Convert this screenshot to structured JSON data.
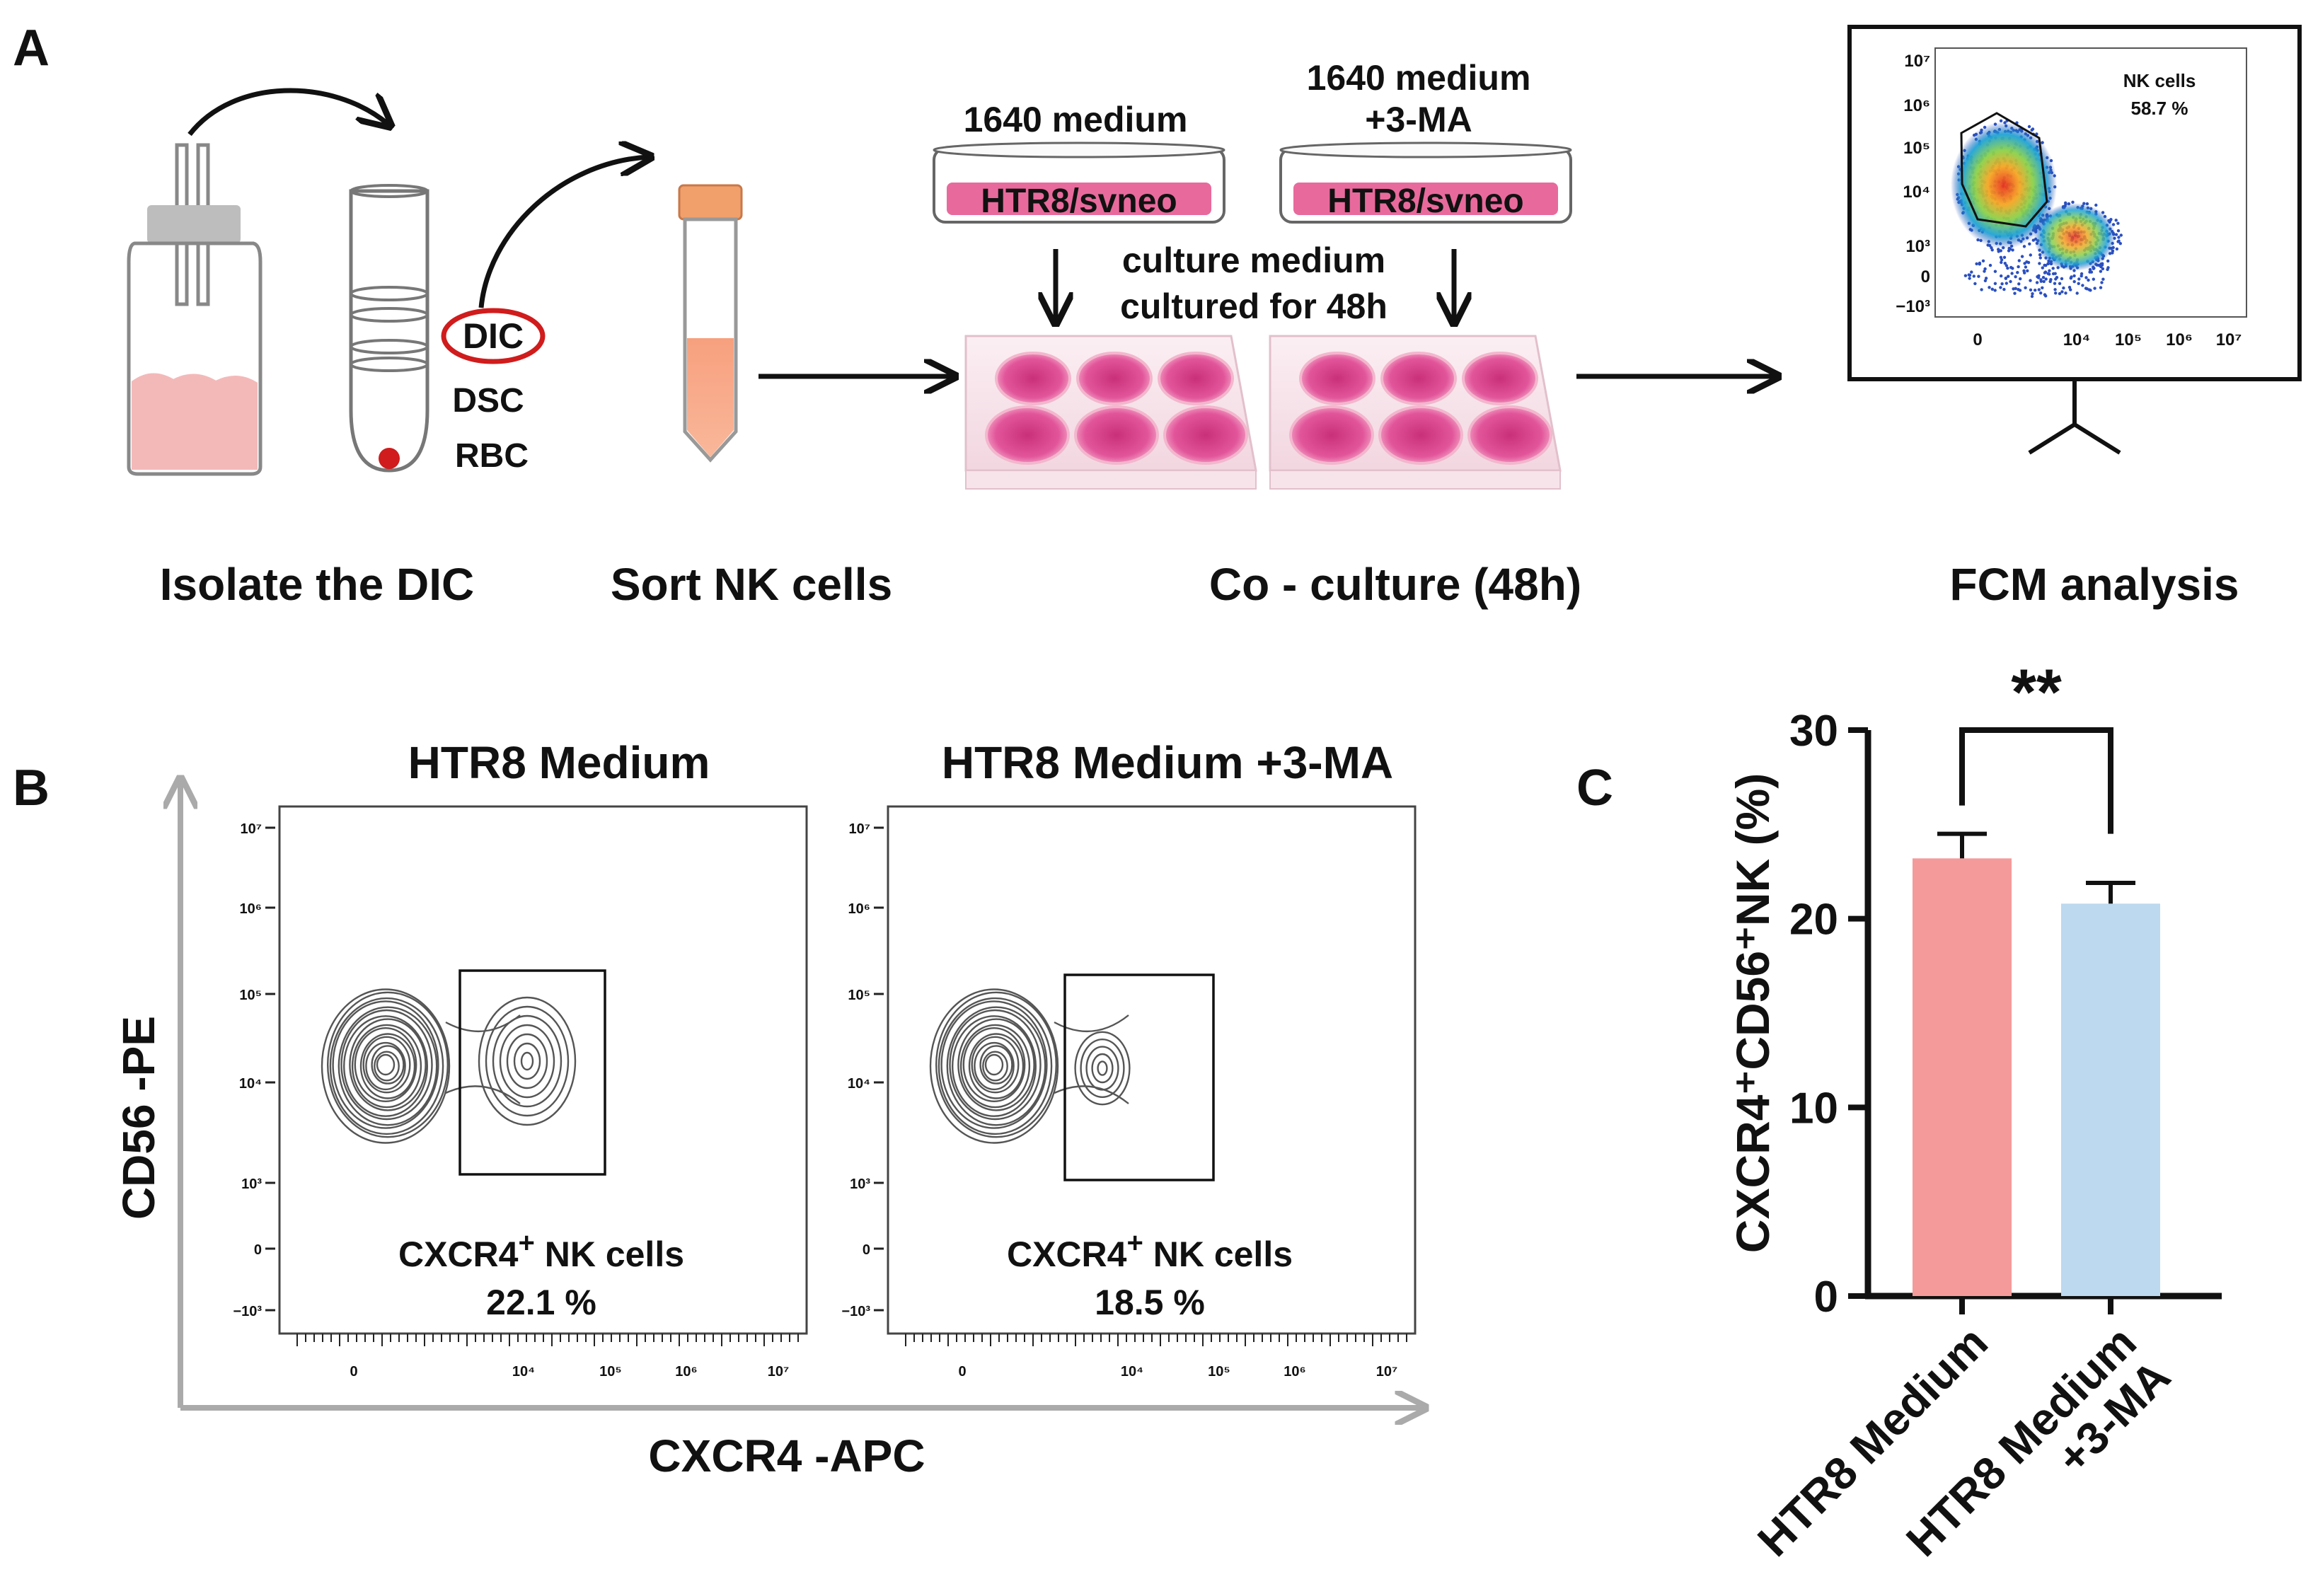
{
  "panels": {
    "a": "A",
    "b": "B",
    "c": "C"
  },
  "workflow": {
    "steps": [
      "Isolate the DIC",
      "Sort NK cells",
      "Co - culture (48h)",
      "FCM analysis"
    ],
    "gradient_labels": [
      "DIC",
      "DSC",
      "RBC"
    ],
    "dish_1": {
      "medium": "1640 medium",
      "label": "HTR8/svneo"
    },
    "dish_2": {
      "medium_line1": "1640 medium",
      "medium_line2": "+3-MA",
      "label": "HTR8/svneo"
    },
    "culture_note_line1": "culture medium",
    "culture_note_line2": "cultured for 48h",
    "monitor_plot": {
      "gate_label": "NK cells",
      "gate_value": "58.7 %",
      "y_ticks": [
        "10⁷",
        "10⁶",
        "10⁵",
        "10⁴",
        "10³",
        "0",
        "−10³"
      ],
      "x_ticks": [
        "0",
        "10⁴",
        "10⁵",
        "10⁶",
        "10⁷"
      ]
    }
  },
  "flow": {
    "y_axis_label": "CD56 -PE",
    "x_axis_label": "CXCR4 -APC",
    "y_ticks": [
      "10⁷",
      "10⁶",
      "10⁵",
      "10⁴",
      "10³",
      "0",
      "−10³"
    ],
    "x_ticks": [
      "0",
      "10⁴",
      "10⁵",
      "10⁶",
      "10⁷"
    ],
    "plots": [
      {
        "title": "HTR8 Medium",
        "gate_label": "CXCR4",
        "gate_sup": "+",
        "gate_suffix": "NK cells",
        "gate_value": "22.1 %"
      },
      {
        "title": "HTR8 Medium +3-MA",
        "gate_label": "CXCR4",
        "gate_sup": "+",
        "gate_suffix": "NK cells",
        "gate_value": "18.5 %"
      }
    ]
  },
  "chart_data": {
    "type": "bar",
    "categories": [
      "HTR8 Medium",
      "HTR8 Medium +3-MA"
    ],
    "category_lines": [
      [
        "HTR8 Medium"
      ],
      [
        "HTR8 Medium",
        "+3-MA"
      ]
    ],
    "values": [
      23.2,
      20.8
    ],
    "errors": [
      1.3,
      1.1
    ],
    "colors": [
      "#f59a9a",
      "#bcd9f0"
    ],
    "ylabel": "CXCR4⁺CD56⁺NK (%)",
    "ylim": [
      0,
      30
    ],
    "yticks": [
      "0",
      "10",
      "20",
      "30"
    ],
    "significance": "**",
    "title": ""
  }
}
